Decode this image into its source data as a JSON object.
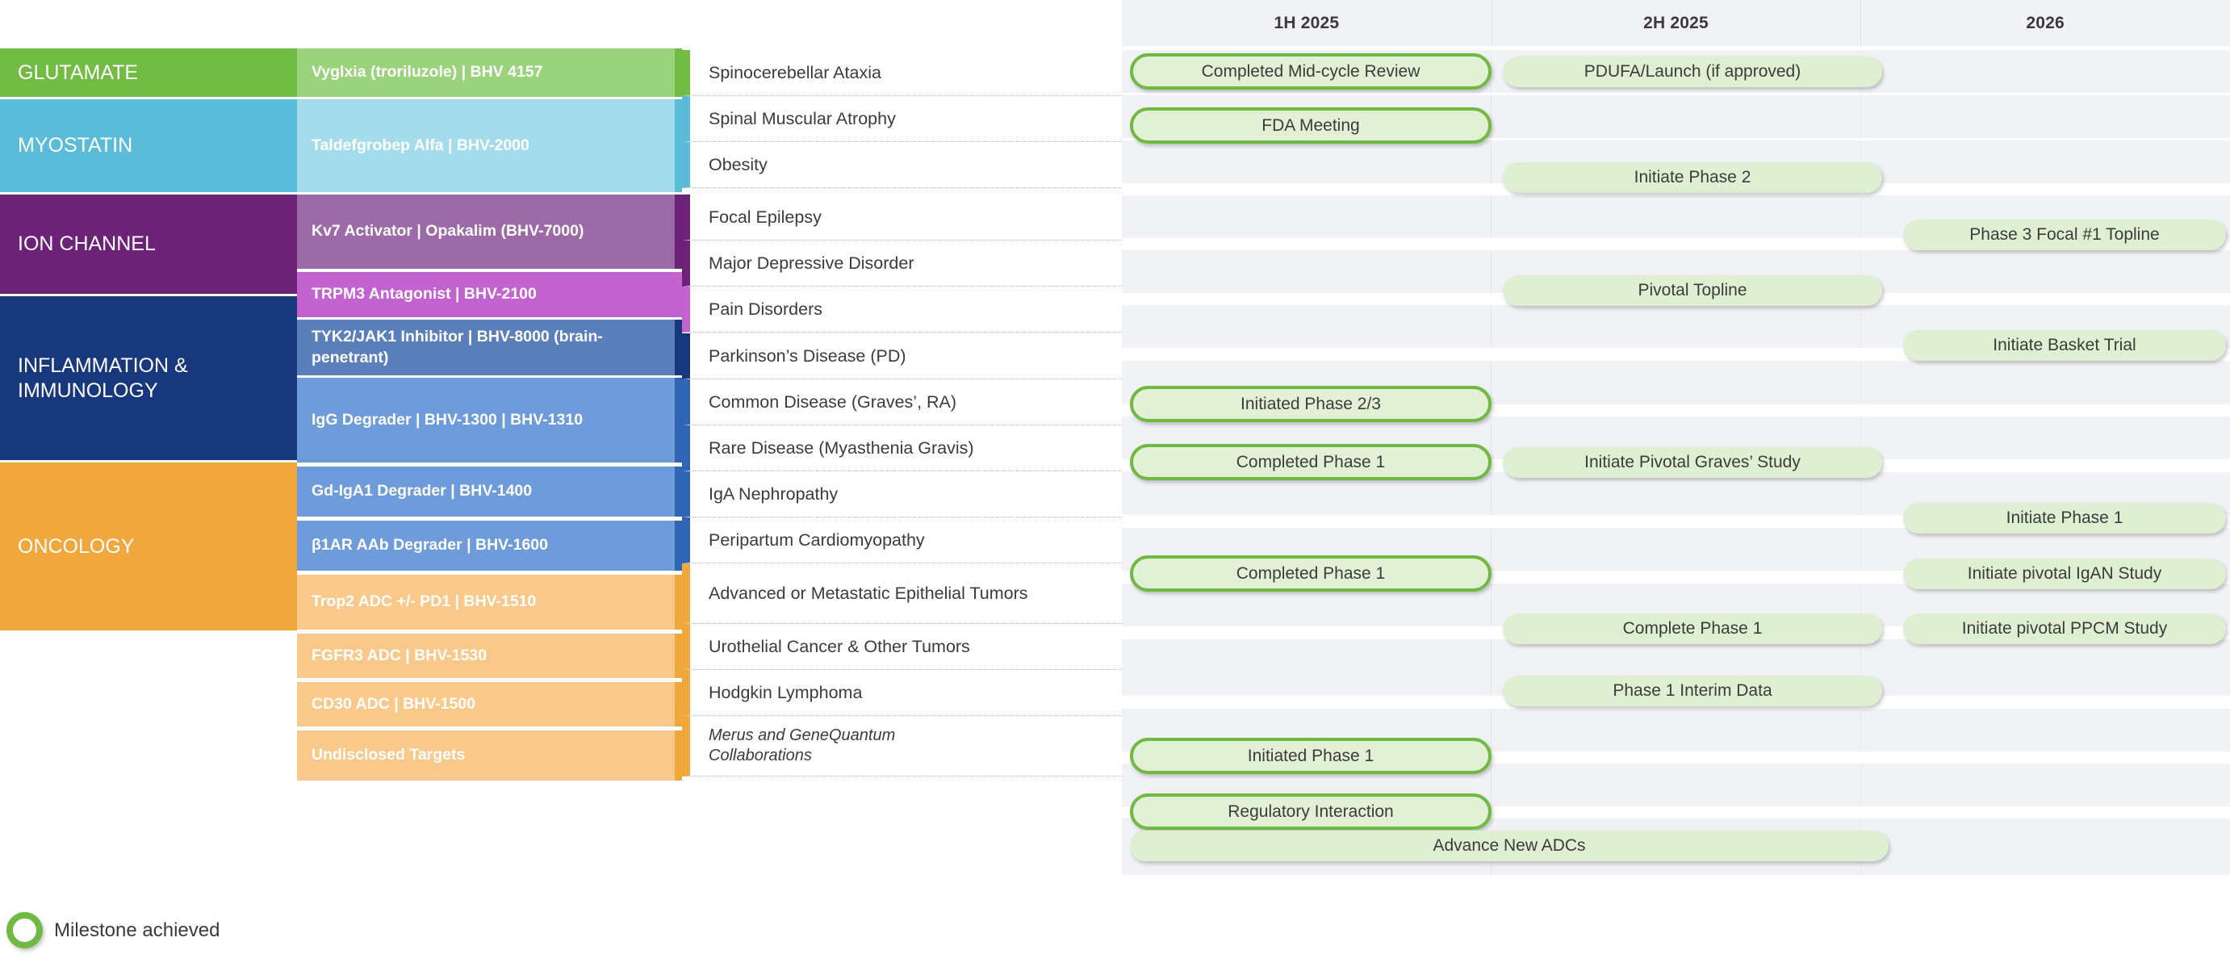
{
  "timeline": {
    "periods": [
      "1H 2025",
      "2H 2025",
      "2026"
    ]
  },
  "legend": {
    "label": "Milestone achieved",
    "icon": "green-ring-icon"
  },
  "colors": {
    "glutamate_dark": "#73bc44",
    "glutamate_light": "#9bd37c",
    "myostatin_dark": "#5bbcd9",
    "myostatin_light": "#a5dcec",
    "ion_channel_dark": "#6b2277",
    "ion_channel_light_a": "#9d6aa8",
    "ion_channel_light_b": "#c263cf",
    "inflammation_dark": "#17387c",
    "inflammation_light_a": "#5b7fbb",
    "inflammation_light_b": "#6e9bd9",
    "oncology_dark": "#f0a73c",
    "oncology_light": "#f8c98a",
    "pill_fill": "#dff0d2",
    "pill_border_achieved": "#70ba44",
    "timeline_band": "#f1f2f5",
    "header_band": "#f1f2f5"
  },
  "modalities": [
    {
      "label": "GLUTAMATE"
    },
    {
      "label": "MYOSTATIN"
    },
    {
      "label": "ION CHANNEL"
    },
    {
      "label": "INFLAMMATION & IMMUNOLOGY"
    },
    {
      "label": "ONCOLOGY"
    }
  ],
  "programs": [
    {
      "label": "Vyglxia (troriluzole) | BHV 4157"
    },
    {
      "label": "Taldefgrobep Alfa | BHV-2000"
    },
    {
      "label": "Kv7 Activator | Opakalim (BHV-7000)"
    },
    {
      "label": "TRPM3 Antagonist | BHV-2100"
    },
    {
      "label": "TYK2/JAK1 Inhibitor  |  BHV-8000 (brain-penetrant)"
    },
    {
      "label": "IgG Degrader |  BHV-1300                            |  BHV-1310"
    },
    {
      "label": "Gd-IgA1 Degrader  |  BHV-1400"
    },
    {
      "label": "β1AR AAb Degrader  | BHV-1600"
    },
    {
      "label": "Trop2 ADC +/- PD1 | BHV-1510"
    },
    {
      "label": "FGFR3  ADC | BHV-1530"
    },
    {
      "label": "CD30 ADC | BHV-1500"
    },
    {
      "label": "Undisclosed Targets"
    }
  ],
  "indications": [
    {
      "label": "Spinocerebellar Ataxia",
      "italic": false
    },
    {
      "label": "Spinal Muscular Atrophy",
      "italic": false
    },
    {
      "label": "Obesity",
      "italic": false
    },
    {
      "label": "Focal Epilepsy",
      "italic": false
    },
    {
      "label": "Major Depressive Disorder",
      "italic": false
    },
    {
      "label": "Pain Disorders",
      "italic": false
    },
    {
      "label": "Parkinson’s Disease (PD)",
      "italic": false
    },
    {
      "label": "Common Disease (Graves’, RA)",
      "italic": false
    },
    {
      "label": "Rare Disease (Myasthenia Gravis)",
      "italic": false
    },
    {
      "label": "IgA Nephropathy",
      "italic": false
    },
    {
      "label": "Peripartum Cardiomyopathy",
      "italic": false
    },
    {
      "label": "Advanced or Metastatic Epithelial Tumors",
      "italic": false
    },
    {
      "label": "Urothelial Cancer & Other Tumors",
      "italic": false
    },
    {
      "label": "Hodgkin Lymphoma",
      "italic": false
    },
    {
      "label": "Merus and GeneQuantum Collaborations",
      "italic": true
    }
  ],
  "milestones": [
    {
      "label": "Completed Mid-cycle Review",
      "achieved": true,
      "row": 0
    },
    {
      "label": "PDUFA/Launch (if approved)",
      "achieved": false,
      "row": 0
    },
    {
      "label": "FDA Meeting",
      "achieved": true,
      "row": 1
    },
    {
      "label": "Initiate Phase 2",
      "achieved": false,
      "row": 2
    },
    {
      "label": "Phase 3 Focal #1 Topline",
      "achieved": false,
      "row": 3
    },
    {
      "label": "Pivotal Topline",
      "achieved": false,
      "row": 4
    },
    {
      "label": "Initiate Basket Trial",
      "achieved": false,
      "row": 5
    },
    {
      "label": "Initiated Phase 2/3",
      "achieved": true,
      "row": 6
    },
    {
      "label": "Completed Phase 1",
      "achieved": true,
      "row": 7
    },
    {
      "label": "Initiate Pivotal Graves’ Study",
      "achieved": false,
      "row": 7
    },
    {
      "label": "Initiate Phase 1",
      "achieved": false,
      "row": 8
    },
    {
      "label": "Completed Phase 1",
      "achieved": true,
      "row": 9
    },
    {
      "label": "Initiate pivotal IgAN Study",
      "achieved": false,
      "row": 9
    },
    {
      "label": "Complete Phase 1",
      "achieved": false,
      "row": 10
    },
    {
      "label": "Initiate pivotal PPCM Study",
      "achieved": false,
      "row": 10
    },
    {
      "label": "Phase 1 Interim Data",
      "achieved": false,
      "row": 11
    },
    {
      "label": "Initiated Phase 1",
      "achieved": true,
      "row": 12
    },
    {
      "label": "Regulatory Interaction",
      "achieved": true,
      "row": 13
    },
    {
      "label": "Advance New ADCs",
      "achieved": false,
      "row": 14
    }
  ]
}
